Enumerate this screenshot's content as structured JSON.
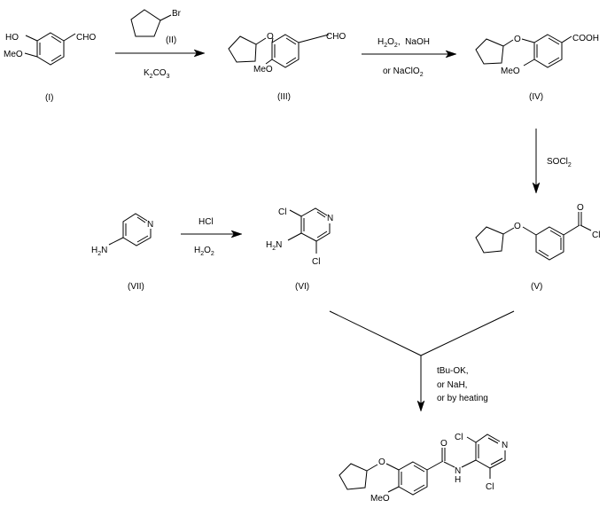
{
  "scheme": {
    "compounds": {
      "I": {
        "label": "(I)",
        "substituents": {
          "hydroxy": "HO",
          "aldehyde": "CHO",
          "methoxy": "MeO"
        }
      },
      "II": {
        "label": "(II)",
        "substituents": {
          "bromo": "Br"
        }
      },
      "III": {
        "label": "(III)",
        "substituents": {
          "ether_o": "O",
          "aldehyde": "CHO",
          "methoxy": "MeO"
        }
      },
      "IV": {
        "label": "(IV)",
        "substituents": {
          "ether_o": "O",
          "acid": "COOH",
          "methoxy": "MeO"
        }
      },
      "V": {
        "label": "(V)",
        "substituents": {
          "ether_o": "O",
          "carbonyl_o": "O",
          "chloro": "Cl"
        }
      },
      "VI": {
        "label": "(VI)",
        "substituents": {
          "ring_n": "N",
          "chloro_top": "Cl",
          "chloro_bottom": "Cl",
          "amine_h": "H",
          "amine_sub": "2",
          "amine_n": "N"
        }
      },
      "VII": {
        "label": "(VII)",
        "substituents": {
          "ring_n": "N",
          "amine_h": "H",
          "amine_sub": "2",
          "amine_n": "N"
        }
      },
      "product": {
        "substituents": {
          "ether_o": "O",
          "methoxy": "MeO",
          "carbonyl_o": "O",
          "amide_n": "N",
          "amide_h": "H",
          "ring_n": "N",
          "chloro_top": "Cl",
          "chloro_bottom": "Cl"
        }
      }
    },
    "reagents": {
      "step1": {
        "below": {
          "base": "K",
          "sub1": "2",
          "mid": "CO",
          "sub2": "3"
        }
      },
      "step2": {
        "above": {
          "a": "H",
          "s1": "2",
          "b": "O",
          "s2": "2",
          "c": ",  NaOH"
        },
        "below": {
          "a": "or NaClO",
          "s1": "2"
        }
      },
      "step3": {
        "side": {
          "a": "SOCl",
          "s1": "2"
        }
      },
      "step4": {
        "above": "HCl",
        "below": {
          "a": "H",
          "s1": "2",
          "b": "O",
          "s2": "2"
        }
      },
      "step5": {
        "lines": [
          "tBu-OK,",
          "or NaH,",
          "or by heating"
        ]
      }
    }
  }
}
